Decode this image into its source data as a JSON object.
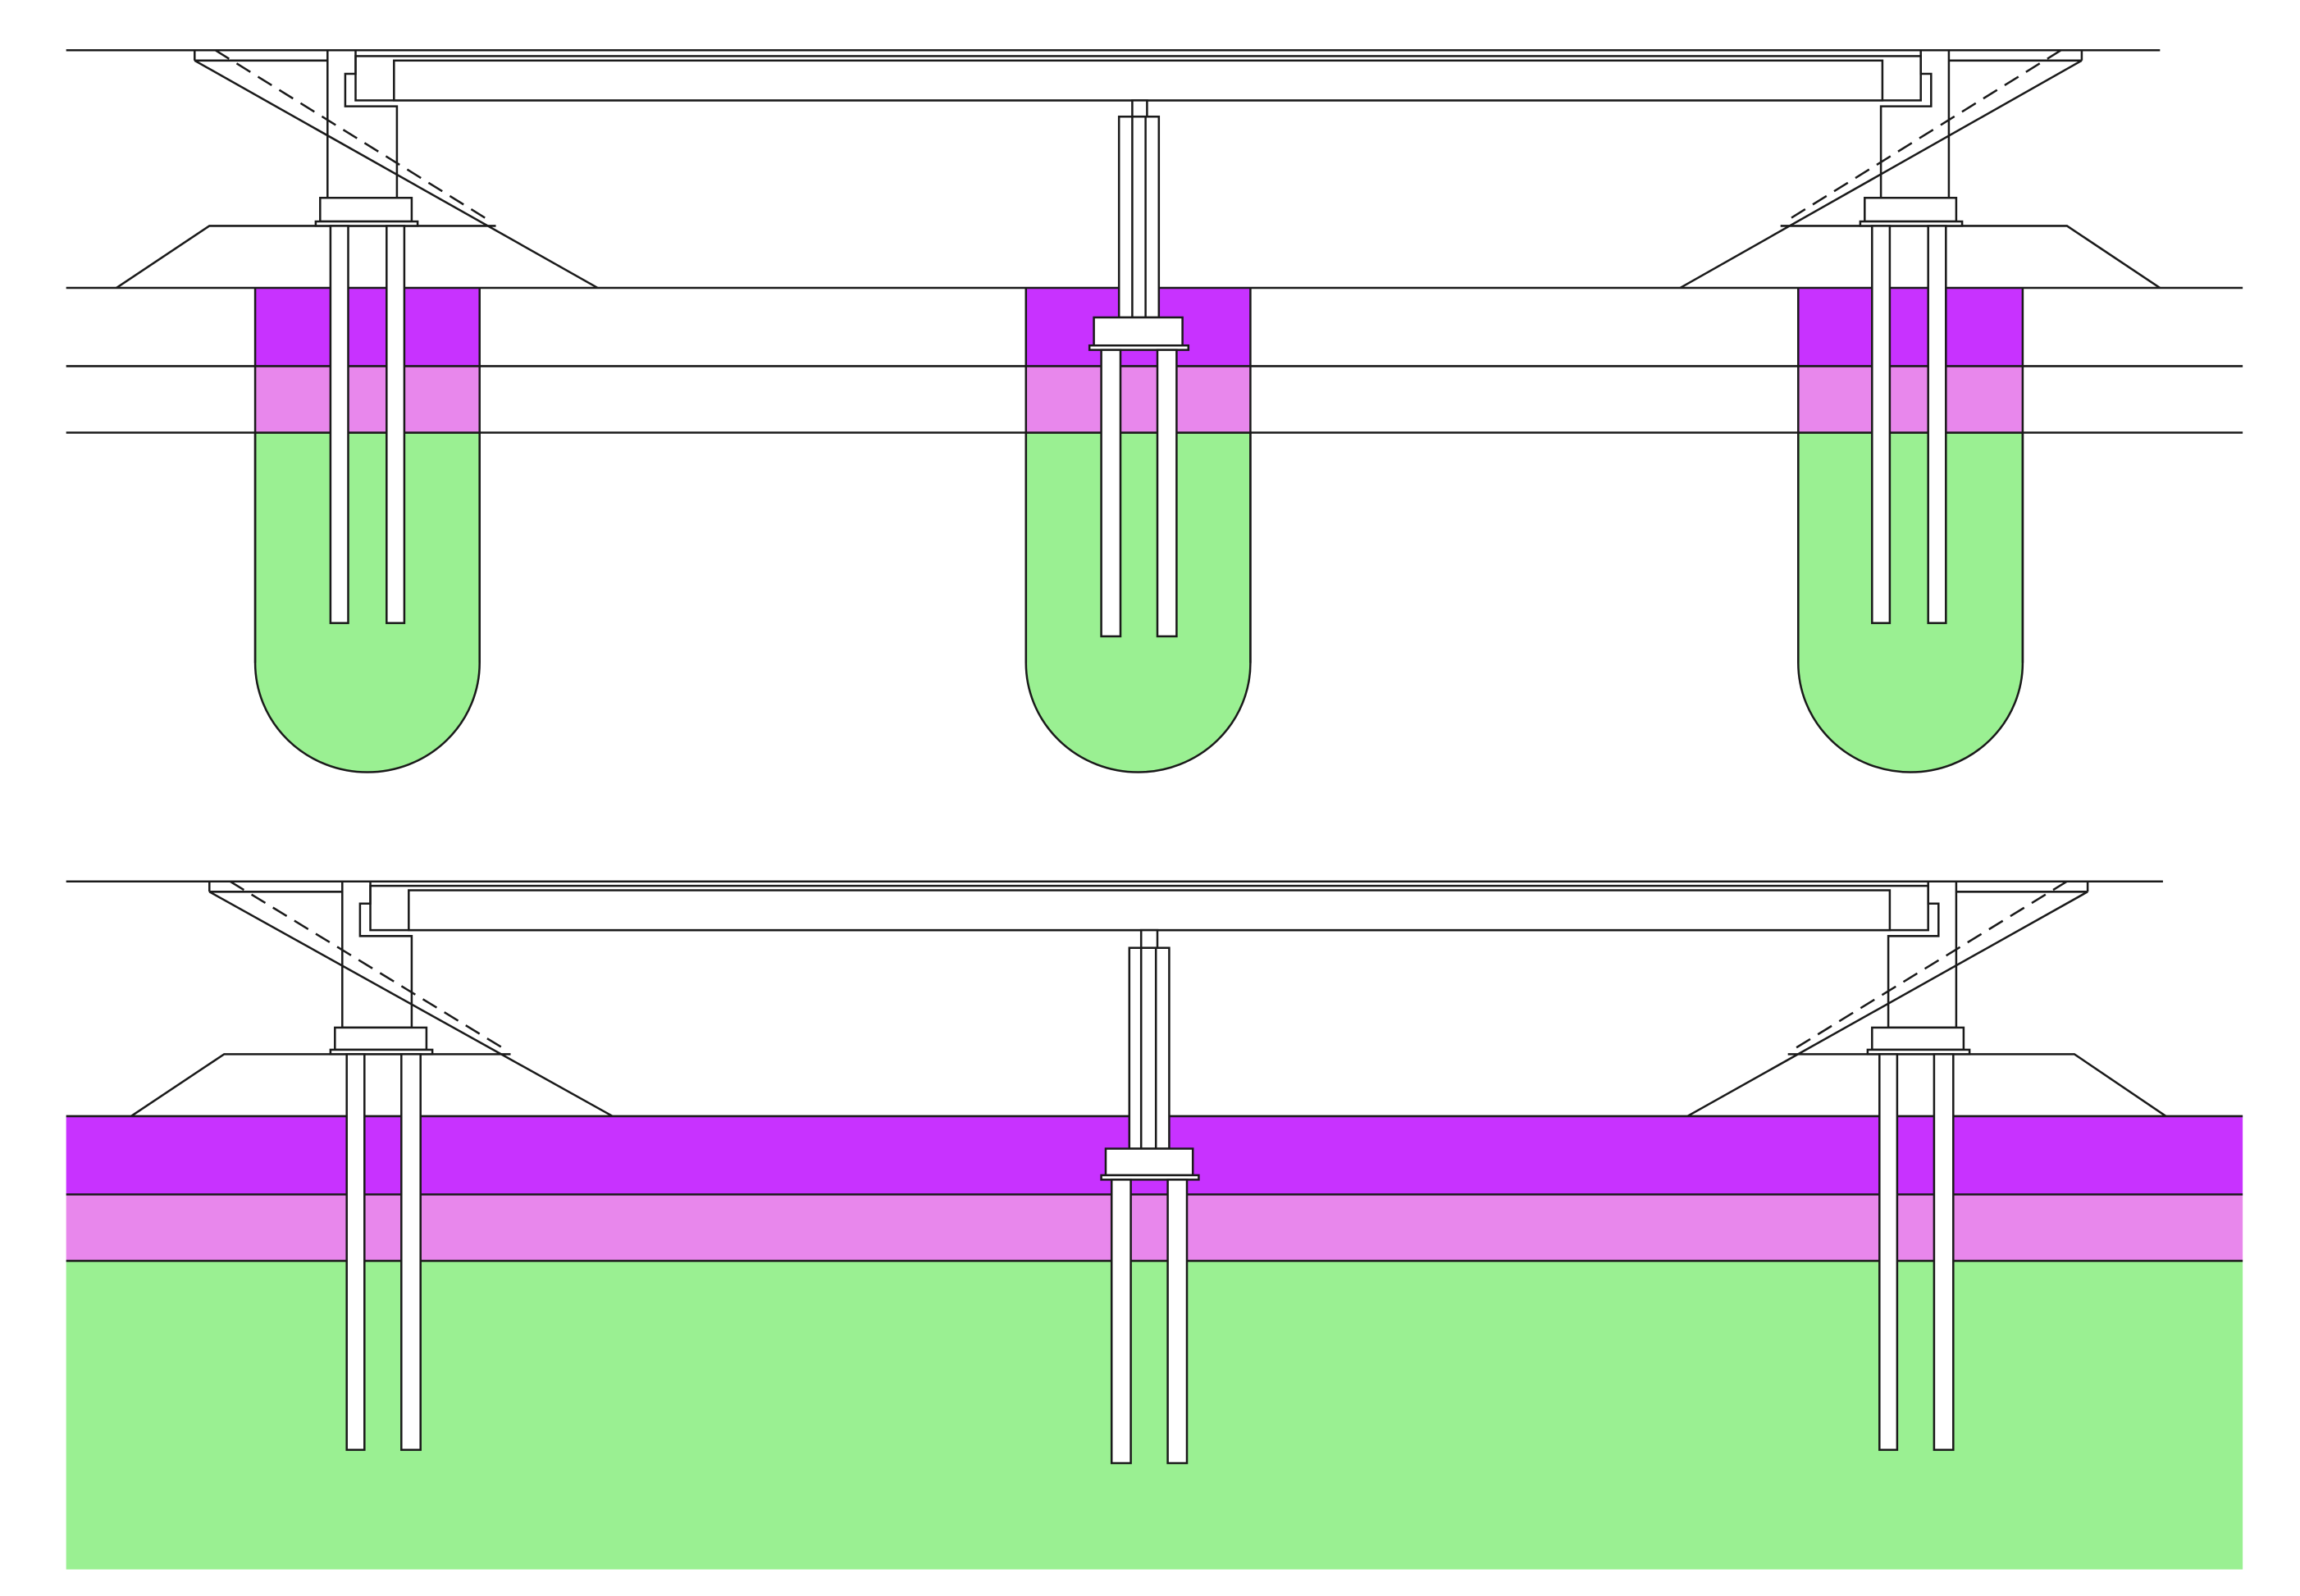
{
  "diagram": {
    "title": "",
    "panels": [
      {
        "id": "top",
        "ground_improvement": "local-columns",
        "column_count": 3
      },
      {
        "id": "bottom",
        "ground_improvement": "full-layer",
        "column_count": 0
      }
    ],
    "foundations_per_panel": 3,
    "piles_per_foundation": 2,
    "soil_layers": [
      {
        "name": "layer-1",
        "color": "#c832ff"
      },
      {
        "name": "layer-2",
        "color": "#e887ec"
      },
      {
        "name": "layer-3",
        "color": "#9af092"
      }
    ],
    "colors": {
      "line": "#1a1a1a",
      "background": "#ffffff"
    }
  }
}
